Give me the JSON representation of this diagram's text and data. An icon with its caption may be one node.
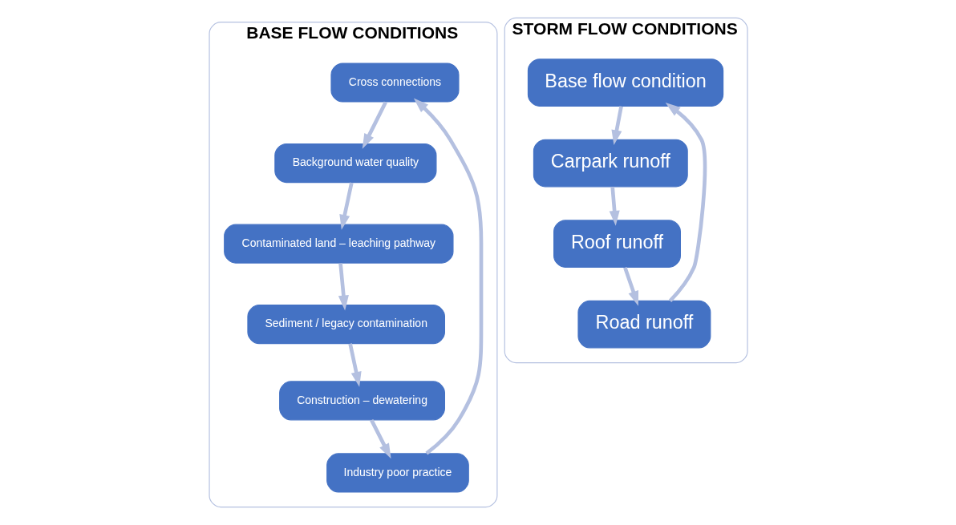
{
  "diagram": {
    "nodes": [
      {
        "text": [
          "BASE FLOW CONDITIONS"
        ]
      },
      {
        "text": [
          "Cross connections"
        ],
        "in": 0
      },
      {
        "text": [
          "Background water quality"
        ],
        "in": 0
      },
      {
        "text": [
          "Contaminated land – leaching pathway"
        ],
        "in": 0
      },
      {
        "text": [
          "Sediment / legacy contamination"
        ],
        "in": 0
      },
      {
        "text": [
          "Construction – dewatering"
        ],
        "in": 0
      },
      {
        "text": [
          "Industry poor practice"
        ],
        "in": 0
      },
      {
        "text": [
          "STORM FLOW CONDITIONS"
        ]
      },
      {
        "text": [
          "Base flow condition"
        ],
        "in": 7
      },
      {
        "text": [
          "Carpark runoff"
        ],
        "in": 7
      },
      {
        "text": [
          "Roof runoff"
        ],
        "in": 7
      },
      {
        "text": [
          "Road runoff"
        ],
        "in": 7
      }
    ],
    "edges": [
      {
        "from": 1,
        "to": 2,
        "arrow": "to"
      },
      {
        "from": 2,
        "to": 3,
        "arrow": "to"
      },
      {
        "from": 3,
        "to": 4,
        "arrow": "to"
      },
      {
        "from": 4,
        "to": 5,
        "arrow": "to"
      },
      {
        "from": 5,
        "to": 6,
        "arrow": "to"
      },
      {
        "from": 6,
        "to": 1,
        "arrow": "to"
      },
      {
        "from": 8,
        "to": 9,
        "arrow": "to"
      },
      {
        "from": 9,
        "to": 10,
        "arrow": "to"
      },
      {
        "from": 10,
        "to": 11,
        "arrow": "to"
      },
      {
        "from": 11,
        "to": 8,
        "arrow": "to"
      }
    ]
  }
}
